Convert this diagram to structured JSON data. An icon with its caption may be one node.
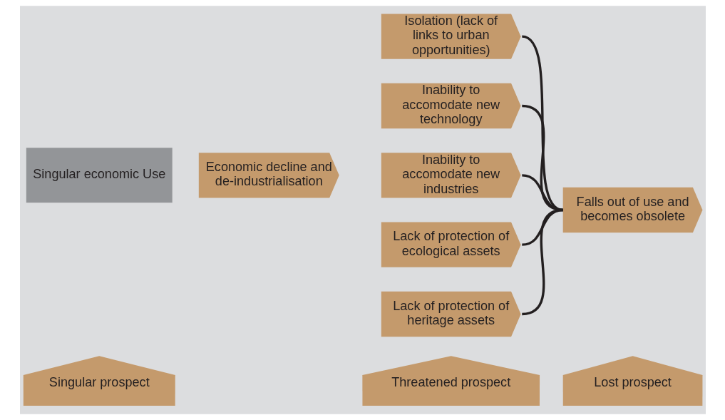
{
  "diagram": {
    "nodes": [
      {
        "text": [
          "Singular economic Use"
        ]
      },
      {
        "text": [
          "Economic decline and de-industrialisation"
        ]
      },
      {
        "text": [
          "Isolation (lack of links to urban opportunities)"
        ]
      },
      {
        "text": [
          "Inability to accomodate new technology"
        ]
      },
      {
        "text": [
          "Inability to accomodate new industries"
        ]
      },
      {
        "text": [
          "Lack of protection of ecological assets"
        ]
      },
      {
        "text": [
          "Lack of protection of heritage assets"
        ]
      },
      {
        "text": [
          "Falls out of use and becomes obsolete"
        ]
      },
      {
        "text": [
          "Singular prospect"
        ]
      },
      {
        "text": [
          "Threatened prospect"
        ]
      },
      {
        "text": [
          "Lost prospect"
        ]
      }
    ],
    "edges": [
      {
        "from": 2,
        "to": 7,
        "arrow": "none"
      },
      {
        "from": 3,
        "to": 7,
        "arrow": "none"
      },
      {
        "from": 4,
        "to": 7,
        "arrow": "none"
      },
      {
        "from": 5,
        "to": 7,
        "arrow": "none"
      },
      {
        "from": 6,
        "to": 7,
        "arrow": "none"
      }
    ]
  }
}
